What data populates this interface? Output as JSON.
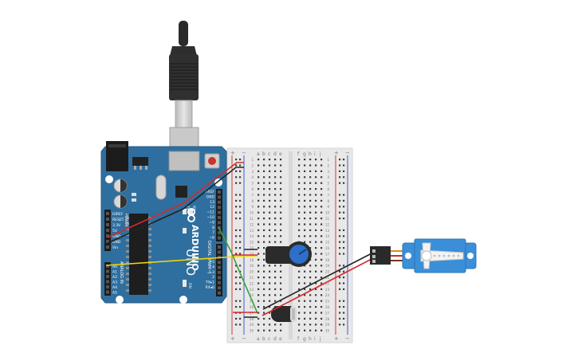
{
  "scene": {
    "background": "#ffffff",
    "components": [
      "usb-cable",
      "arduino-uno",
      "breadboard",
      "potentiometer",
      "capacitor",
      "servo-motor"
    ]
  },
  "arduino": {
    "board_color": "#2f6f9f",
    "brand": "ARDUINO",
    "model": "UNO",
    "tx_label": "TX",
    "rx_label": "RX",
    "on_label": "ON",
    "digital_label": "DIGITAL (PWM~)",
    "analog_label": "ANALOG IN",
    "power_label": "POWER",
    "power_pins": [
      "IOREF",
      "RESET",
      "3.3V",
      "5V",
      "GND",
      "GND",
      "Vin"
    ],
    "analog_pins": [
      "A0",
      "A1",
      "A2",
      "A3",
      "A4",
      "A5"
    ],
    "digital_pins": [
      "AREF",
      "GND",
      "13",
      "12",
      "~11",
      "~10",
      "~9",
      "8",
      "7",
      "~6",
      "~5",
      "4",
      "~3",
      "2",
      "TX▸1",
      "RX◂0"
    ]
  },
  "breadboard": {
    "columns_left": [
      "a",
      "b",
      "c",
      "d",
      "e"
    ],
    "columns_right": [
      "f",
      "g",
      "h",
      "i",
      "j"
    ],
    "rows": 30,
    "rail_plus": "+",
    "rail_minus": "−"
  },
  "colors": {
    "wire_red": "#d42a2a",
    "wire_black": "#222222",
    "wire_yellow": "#f2d60a",
    "wire_green": "#3aa335",
    "servo_blue": "#3a8fd8",
    "pot_knob": "#2d6fc9",
    "rail_red": "#d43a3a",
    "rail_blue": "#3a5fd4"
  }
}
